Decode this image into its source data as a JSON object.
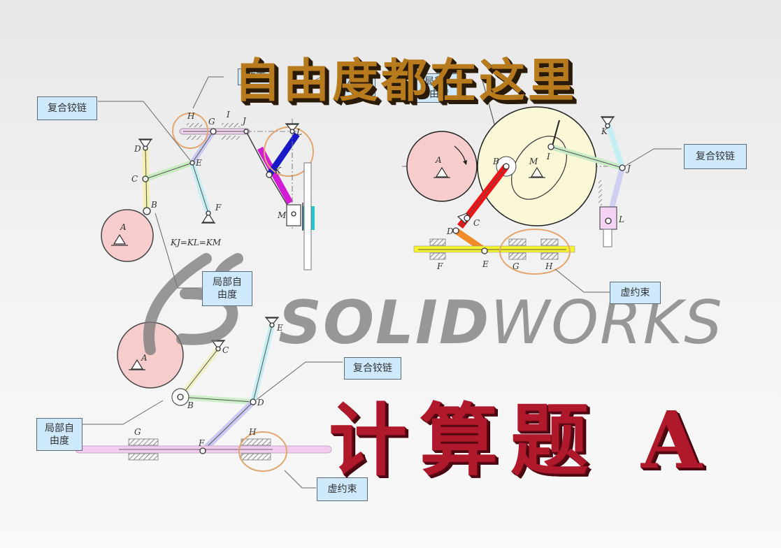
{
  "title_top": "自由度都在这里",
  "title_bottom": "计算题 A",
  "watermark": {
    "bold": "SOLID",
    "light": "WORKS",
    "logo": "DS"
  },
  "colors": {
    "background_top": "#e7e7e7",
    "background_bottom": "#f9f9f9",
    "label_fill": "#cde9fb",
    "label_border": "#5a6a78",
    "title_top_color": "#b77a1c",
    "title_bottom_color": "#b0182c",
    "highlight_circle": "#e2a76f"
  },
  "diagrams": [
    {
      "id": "top-left",
      "joints": [
        "A",
        "B",
        "C",
        "D",
        "E",
        "F",
        "G",
        "H",
        "I",
        "J",
        "K",
        "L",
        "M"
      ],
      "formula": "KJ=KL=KM",
      "labels": [
        {
          "text": "复合铰链",
          "points_to": "E"
        },
        {
          "text": "局部自由度",
          "line1": "局部自",
          "line2": "由度",
          "points_to": "B"
        },
        {
          "text": "虚约束",
          "points_to": "H"
        }
      ]
    },
    {
      "id": "top-right",
      "joints": [
        "A",
        "B",
        "C",
        "D",
        "E",
        "F",
        "G",
        "H",
        "I",
        "J",
        "K",
        "L",
        "M"
      ],
      "labels": [
        {
          "text": "复合铰链",
          "points_to": "J"
        },
        {
          "text": "虚约束",
          "points_to": "G,H"
        },
        {
          "text": "局部自由度",
          "line1": "局部",
          "line2": "自由度",
          "points_to": "B"
        }
      ]
    },
    {
      "id": "bottom-left",
      "joints": [
        "A",
        "B",
        "C",
        "D",
        "E",
        "F",
        "G",
        "H"
      ],
      "labels": [
        {
          "text": "复合铰链",
          "points_to": "D"
        },
        {
          "text": "局部自由度",
          "line1": "局部自",
          "line2": "由度",
          "points_to": "B"
        },
        {
          "text": "虚约束",
          "points_to": "H"
        }
      ]
    }
  ],
  "hidden_labels": {
    "a": "约束",
    "b": "约束",
    "c1": "局部",
    "c2": "自由度"
  }
}
